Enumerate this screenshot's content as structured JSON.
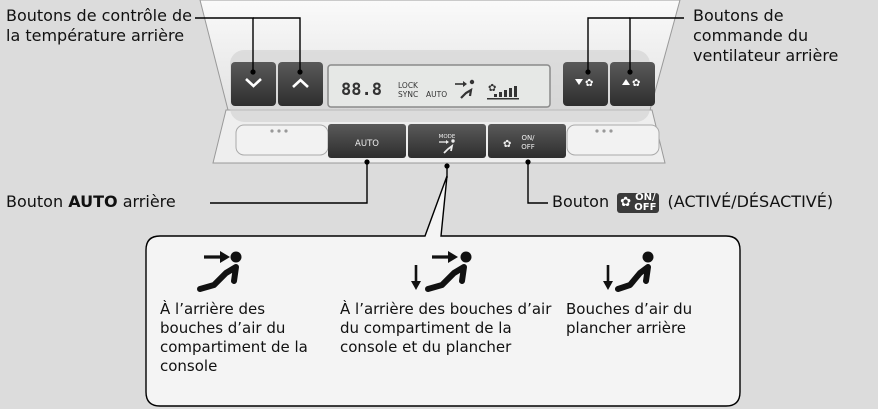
{
  "labels": {
    "temp_buttons": "Boutons de contrôle de la température arrière",
    "fan_buttons": "Boutons de commande du ventilateur arrière",
    "auto_prefix": "Bouton ",
    "auto_bold": "AUTO",
    "auto_suffix": " arrière",
    "onoff_prefix": "Bouton ",
    "onoff_on": "ON/",
    "onoff_off": "OFF",
    "onoff_suffix": " (ACTIVÉ/DÉSACTIVÉ)"
  },
  "panel": {
    "display_number": "88.8",
    "display_lock": "LOCK",
    "display_sync": "SYNC",
    "display_auto": "AUTO",
    "auto_button": "AUTO",
    "mode_button": "MODE",
    "onoff_on": "ON/",
    "onoff_off": "OFF"
  },
  "modes": [
    {
      "icon": "face-vent-icon",
      "caption": "À l’arrière des bouches d’air du compartiment de la console"
    },
    {
      "icon": "face-floor-vent-icon",
      "caption": "À l’arrière des bouches d’air du compartiment de la console et du plancher"
    },
    {
      "icon": "floor-vent-icon",
      "caption": "Bouches d’air du plancher arrière"
    }
  ],
  "colors": {
    "background": "#dcdcdc",
    "panel": "#f4f4f4",
    "button_dark": "#3c3c3c",
    "display": "#e6e8e6",
    "line": "#000000"
  }
}
